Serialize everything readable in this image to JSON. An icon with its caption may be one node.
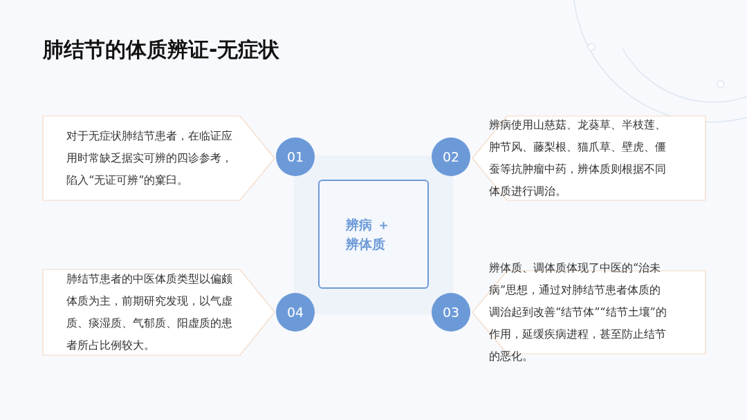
{
  "diagram": {
    "title": "肺结节的体质辨证-无症状",
    "nodes": [
      {
        "text": [
          "对于无症状肺结节患者，在临证应用时常缺乏据实可辨的四诊参考，陷入“无证可辨”的窠臼。"
        ]
      },
      {
        "text": [
          "01"
        ]
      },
      {
        "text": [
          "02"
        ]
      },
      {
        "text": [
          "辨病使用山慈菇、龙葵草、半枝莲、肿节风、藤梨根、猫爪草、壁虎、僵蚕等抗肿瘤中药，辨体质则根据不同体质进行调治。"
        ]
      },
      {
        "text": [
          "辨病 ＋辨体质"
        ]
      },
      {
        "text": [
          "肺结节患者的中医体质类型以偏颇体质为主，前期研究发现，以气虚质、痰湿质、气郁质、阳虚质的患者所占比例较大。"
        ]
      },
      {
        "text": [
          "04"
        ]
      },
      {
        "text": [
          "03"
        ]
      },
      {
        "text": [
          "辨体质、调体质体现了中医的“治未病”思想，通过对肺结节患者体质的调治起到改善“结节体”“结节土壤”的作用，延缓疾病进程，甚至防止结节的恶化。"
        ]
      }
    ]
  }
}
